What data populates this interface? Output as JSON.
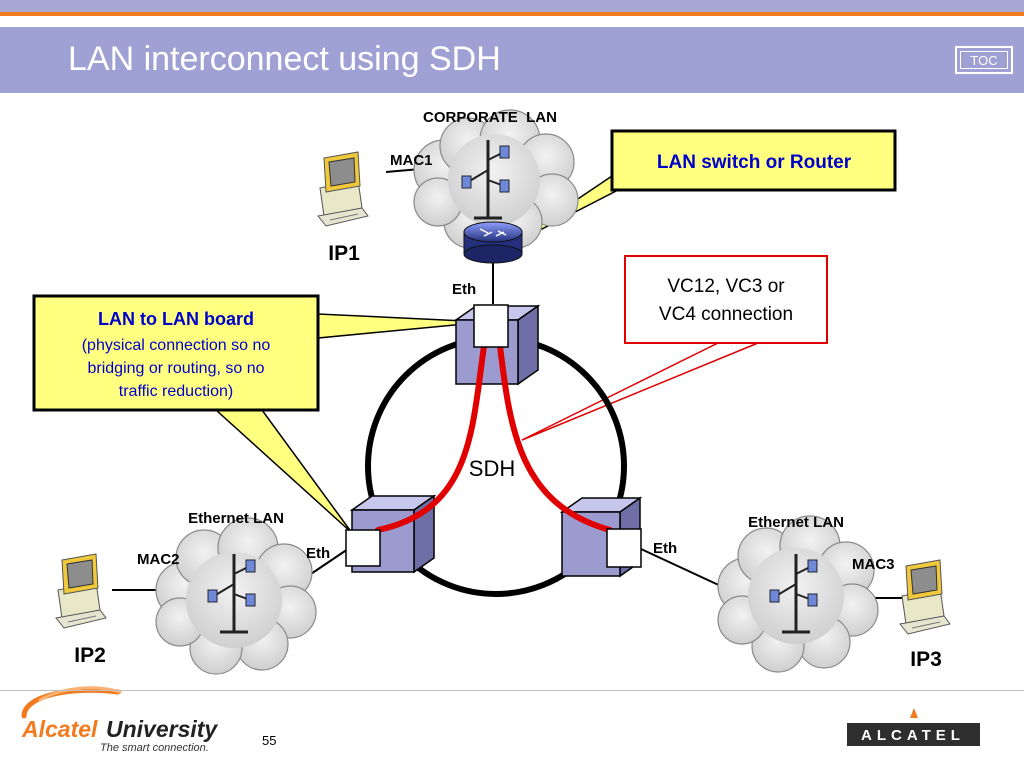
{
  "slide": {
    "title": "LAN interconnect using SDH",
    "toc_label": "TOC",
    "page_number": "55"
  },
  "diagram": {
    "corporate_lan_label": "CORPORATE  LAN",
    "mac1": "MAC1",
    "ip1": "IP1",
    "eth_top": "Eth",
    "eth_left": "Eth",
    "eth_right": "Eth",
    "sdh_label": "SDH",
    "ethernet_lan_left": "Ethernet LAN",
    "ethernet_lan_right": "Ethernet LAN",
    "mac2": "MAC2",
    "mac3": "MAC3",
    "ip2": "IP2",
    "ip3": "IP3",
    "callout_switch": "LAN switch or Router",
    "callout_vc_line1": "VC12, VC3 or",
    "callout_vc_line2": "VC4 connection",
    "callout_board_title": "LAN to LAN board",
    "callout_board_line1": "(physical connection so no",
    "callout_board_line2": "bridging or routing, so no",
    "callout_board_line3": "traffic reduction)"
  },
  "footer": {
    "brand_part1": "Alcatel",
    "brand_part2": "University",
    "brand_tagline": "The smart connection.",
    "alcatel_logo": "ALCATEL"
  },
  "colors": {
    "header_band": "#9fa0d3",
    "top_stripe": "#a7a7d4",
    "accent_orange": "#f27a1f",
    "callout_fill": "#ffff80",
    "callout_text_blue": "#0000cc",
    "connection_red": "#e00000",
    "node_box": "#9b9bcf"
  }
}
